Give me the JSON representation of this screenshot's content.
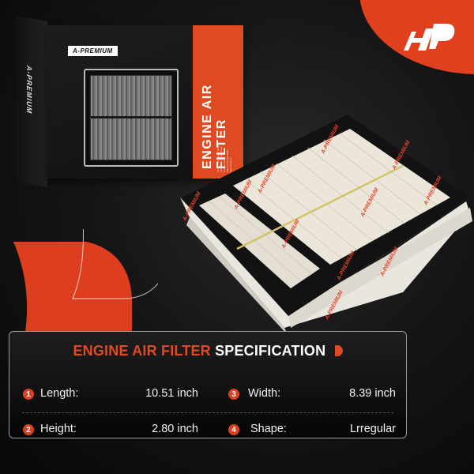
{
  "brand": {
    "name": "A-PREMIUM",
    "logo_text": "AP",
    "accent_color": "#e04a23"
  },
  "package": {
    "brand_label": "A-PREMIUM",
    "side_label": "A-PREMIUM",
    "title": "ENGINE AIR FILTER",
    "bullets": [
      "100% Performance Tested",
      "100% New Replacement Components",
      "Meet or Exceed OEM Specifications"
    ]
  },
  "product": {
    "stamp_text": "A-PREMIUM"
  },
  "spec": {
    "title_red": "ENGINE AIR FILTER",
    "title_white": "SPECIFICATION",
    "rows": [
      {
        "num": "1",
        "label": "Length:",
        "value": "10.51 inch"
      },
      {
        "num": "2",
        "label": "Height:",
        "value": "2.80 inch"
      },
      {
        "num": "3",
        "label": "Width:",
        "value": "8.39 inch"
      },
      {
        "num": "4",
        "label": "Shape:",
        "value": "Lrregular"
      }
    ]
  }
}
